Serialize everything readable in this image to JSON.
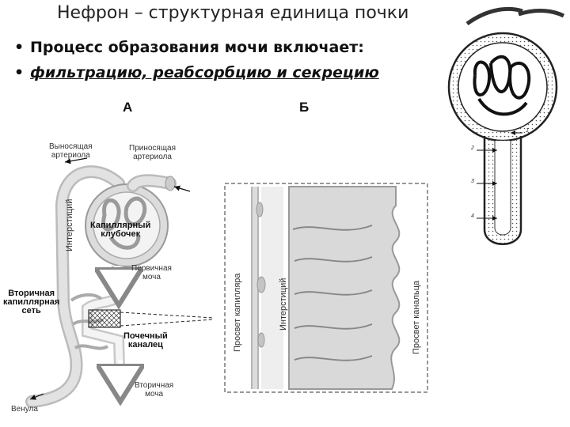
{
  "title": "Нефрон – структурная единица почки",
  "bullets": [
    "Процесс образования мочи включает:",
    "фильтрацию, реабсорбцию и секрецию"
  ],
  "panel_a": {
    "letter": "А",
    "labels": {
      "efferent": "Выносящая\nартериола",
      "afferent": "Приносящая\nартериола",
      "interstitium": "Интерстиций",
      "glomerulus": "Капиллярный\nклубочек",
      "primary_urine": "Первичная\nмоча",
      "secondary_net": "Вторичная\nкапиллярная\nсеть",
      "tubule": "Почечный\nканалец",
      "secondary_urine": "Вторичная\nмоча",
      "venule": "Венула"
    }
  },
  "panel_b": {
    "letter": "Б",
    "labels": {
      "capillary_lumen": "Просвет капилляра",
      "interstitium": "Интерстиций",
      "tubule_lumen": "Просвет канальца"
    }
  },
  "side_figure": {
    "numbers": [
      "1",
      "2",
      "3",
      "4"
    ]
  }
}
